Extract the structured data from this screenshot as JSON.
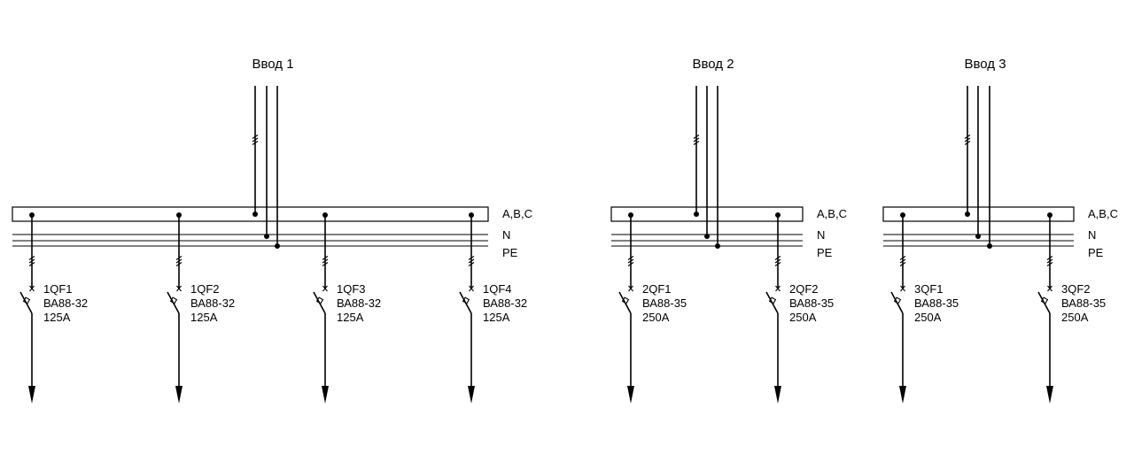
{
  "colors": {
    "line": "#000000",
    "background": "#ffffff"
  },
  "bus_labels": {
    "phases": "A,B,C",
    "neutral": "N",
    "earth": "PE"
  },
  "inputs": [
    {
      "title": "Ввод 1",
      "breakers": [
        {
          "id": "1QF1",
          "model": "ВА88-32",
          "rating": "125А"
        },
        {
          "id": "1QF2",
          "model": "ВА88-32",
          "rating": "125А"
        },
        {
          "id": "1QF3",
          "model": "ВА88-32",
          "rating": "125А"
        },
        {
          "id": "1QF4",
          "model": "ВА88-32",
          "rating": "125А"
        }
      ]
    },
    {
      "title": "Ввод 2",
      "breakers": [
        {
          "id": "2QF1",
          "model": "ВА88-35",
          "rating": "250А"
        },
        {
          "id": "2QF2",
          "model": "ВА88-35",
          "rating": "250А"
        }
      ]
    },
    {
      "title": "Ввод 3",
      "breakers": [
        {
          "id": "3QF1",
          "model": "ВА88-35",
          "rating": "250А"
        },
        {
          "id": "3QF2",
          "model": "ВА88-35",
          "rating": "250А"
        }
      ]
    }
  ]
}
